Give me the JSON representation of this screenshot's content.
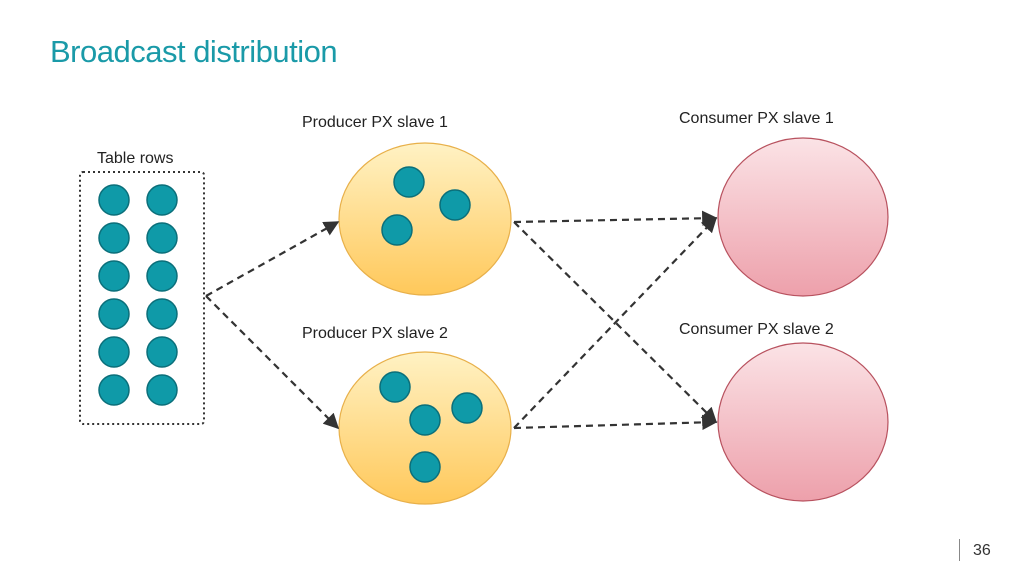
{
  "slide": {
    "title": "Broadcast distribution",
    "page_number": "36"
  },
  "labels": {
    "table_rows": "Table rows",
    "producer_1": "Producer PX slave 1",
    "producer_2": "Producer PX slave 2",
    "consumer_1": "Consumer PX slave 1",
    "consumer_2": "Consumer PX slave 2"
  },
  "colors": {
    "title": "#1a9aa8",
    "row_dot_fill": "#0f9aa8",
    "row_dot_stroke": "#0b6f7a",
    "producer_top": "#fff2c4",
    "producer_bottom": "#ffc85a",
    "producer_stroke": "#e8b04a",
    "consumer_top": "#fbe3e6",
    "consumer_bottom": "#eda0ab",
    "consumer_stroke": "#b8525f",
    "arrow": "#333333"
  }
}
